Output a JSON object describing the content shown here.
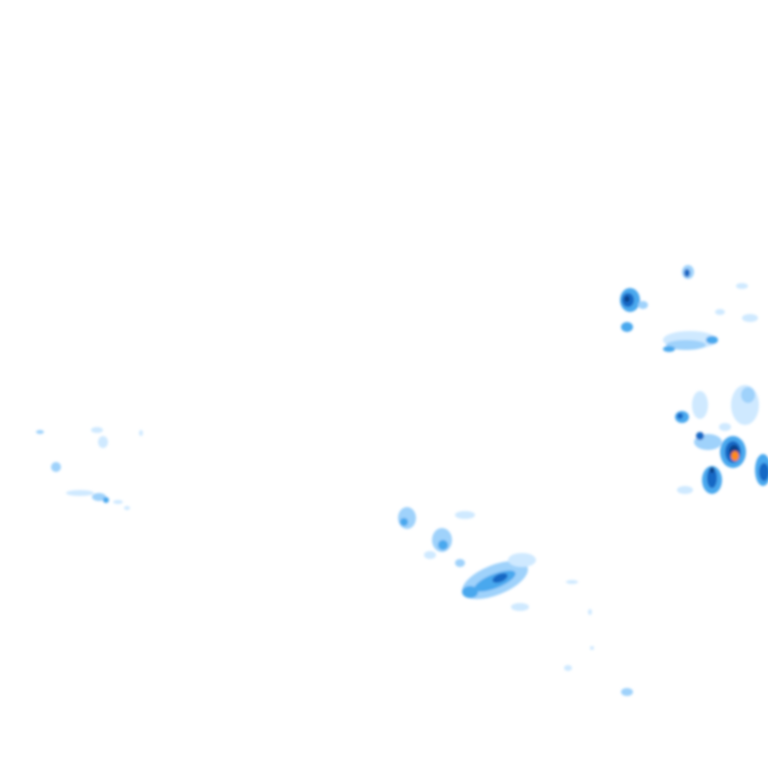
{
  "map": {
    "kind": "precipitation-radar-tile",
    "background": "#ffffff",
    "legend_colors": {
      "very_light": "#cfe9ff",
      "light": "#9fd2fb",
      "moderate": "#4aa8ee",
      "heavy": "#1667c4",
      "very_heavy": "#0b3f88",
      "extreme": "#ff8a1c"
    },
    "echo_clusters": [
      "east-north-cells",
      "east-central-cells",
      "south-central-band",
      "west-light-cells",
      "south-scattered-cells"
    ]
  }
}
